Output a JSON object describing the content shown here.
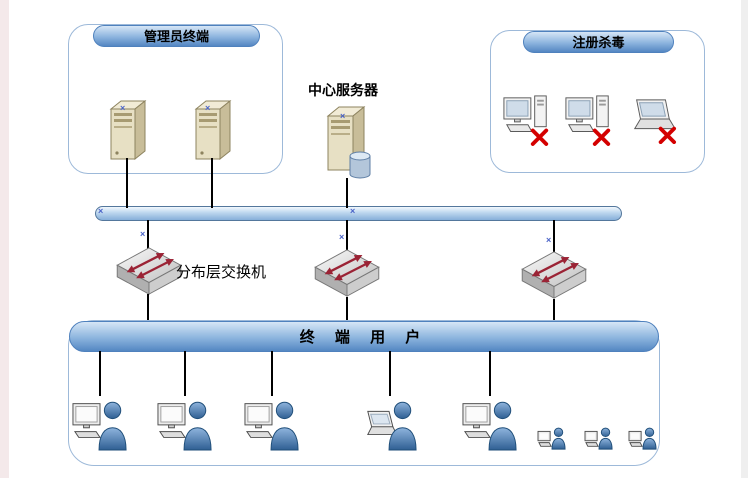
{
  "labels": {
    "admin_group": "管理员终端",
    "central_server": "中心服务器",
    "antivirus_group": "注册杀毒",
    "distribution_switch": "分布层交换机",
    "end_users": "终 端 用 户"
  },
  "marks": {
    "x": "×"
  },
  "icons": {
    "admin_servers": [
      "server-tower",
      "server-tower"
    ],
    "central_server": "server-tower-with-database",
    "antivirus": [
      "desktop-pc-red-x",
      "desktop-pc-red-x",
      "laptop-red-x"
    ],
    "switches": [
      "lan-switch",
      "lan-switch",
      "lan-switch"
    ],
    "end_users": [
      "user-at-desktop",
      "user-at-desktop",
      "user-at-desktop",
      "user-at-laptop",
      "user-at-desktop",
      "small-user",
      "small-user",
      "small-user"
    ]
  },
  "colors": {
    "header_top": "#d6e6f6",
    "header_mid": "#8cb4de",
    "header_bottom": "#5487c2",
    "header_border": "#4f81bd",
    "box_border": "#9db9d9",
    "bus_top": "#f2f8fd",
    "bus_mid": "#bcd6ee",
    "bus_bottom": "#86afd9",
    "bus_border": "#54779c",
    "line": "#000000",
    "mark_blue": "#4a63c8",
    "red_x": "#d40000",
    "arrow_red": "#9b2335",
    "person_blue": "#39679c"
  }
}
